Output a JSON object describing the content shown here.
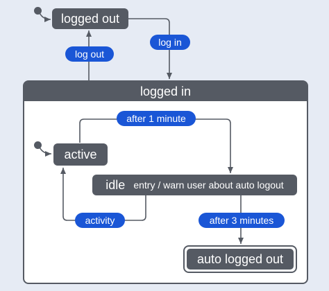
{
  "states": {
    "logged_out": "logged out",
    "logged_in": "logged in",
    "active": "active",
    "idle": "idle",
    "idle_entry": "entry / warn user about auto logout",
    "auto_logged_out": "auto logged out"
  },
  "transitions": {
    "log_out": "log out",
    "log_in": "log in",
    "after_1_minute": "after 1 minute",
    "activity": "activity",
    "after_3_minutes": "after 3 minutes"
  },
  "colors": {
    "state_fill": "#555a63",
    "label_fill": "#1a56d6",
    "background": "#e6ebf4"
  }
}
